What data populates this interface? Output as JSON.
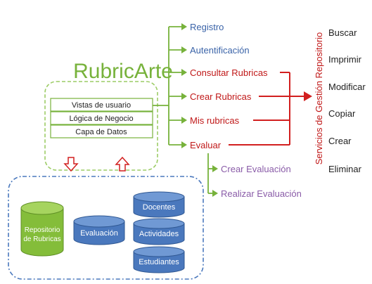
{
  "app": {
    "title": "RubricArte",
    "layers": [
      "Vistas de usuario",
      "Lógica de Negocio",
      "Capa de Datos"
    ]
  },
  "functions": {
    "registro": "Registro",
    "autentificacion": "Autentificación",
    "consultar": "Consultar Rubricas",
    "crear": "Crear Rubricas",
    "mis": "Mis rubricas",
    "evaluar": "Evaluar"
  },
  "sub_evaluar": {
    "crear_eval": "Crear Evaluación",
    "realizar_eval": "Realizar Evaluación"
  },
  "services": {
    "title": "Servicios de Gestión Repositorio",
    "items": [
      "Buscar",
      "Imprimir",
      "Modificar",
      "Copiar",
      "Crear",
      "Eliminar"
    ]
  },
  "data_layer": {
    "repositorio": [
      "Repositorio",
      "de Rubricas"
    ],
    "evaluacion": "Evaluación",
    "docentes": "Docentes",
    "actividades": "Actividades",
    "estudiantes": "Estudiantes"
  },
  "colors": {
    "green": "#77b23b",
    "blue_text": "#3a63a8",
    "red": "#d21f1f",
    "purple": "#8a5ca8",
    "cyl_blue": "#4a78bd",
    "cyl_green": "#8cc43c"
  }
}
